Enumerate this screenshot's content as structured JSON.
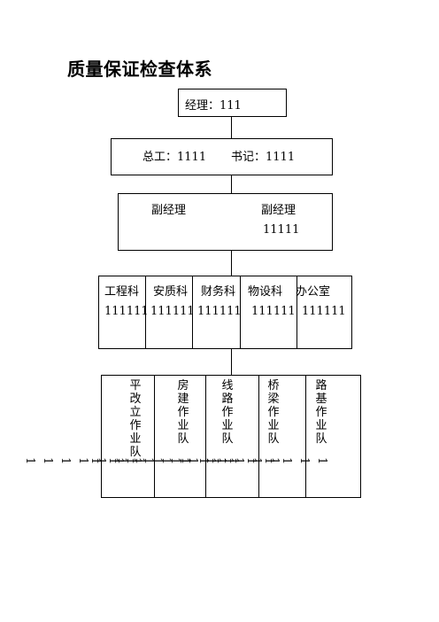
{
  "title": "质量保证检查体系",
  "manager": {
    "label": "经理：111"
  },
  "chief": {
    "zonggong": "总工：1111",
    "shuji": "书记：1111"
  },
  "deputies": {
    "left_label": "副经理",
    "right_label": "副经理",
    "right_value": "11111"
  },
  "departments": [
    {
      "name": "工程科",
      "value": "111111"
    },
    {
      "name": "安质科",
      "value": "111111"
    },
    {
      "name": "财务科",
      "value": "111111"
    },
    {
      "name": "物设科",
      "value": "111111"
    },
    {
      "name": "办公室",
      "value": "111111"
    }
  ],
  "teams": [
    {
      "name": "平改立作业队",
      "value": "1111111"
    },
    {
      "name": "房建作业队",
      "value": "111111"
    },
    {
      "name": "线路作业队",
      "value": "1111111"
    },
    {
      "name": "桥梁作业队",
      "value": "111111"
    },
    {
      "name": "路基作业队",
      "value": "1111111"
    }
  ]
}
